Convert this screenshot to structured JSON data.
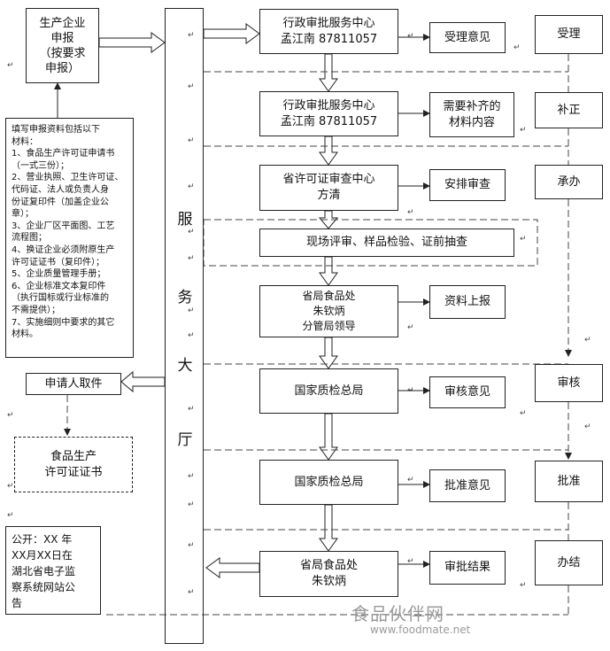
{
  "left": {
    "company_apply": [
      "生产企业",
      "申报",
      "（按要求",
      "申报）"
    ],
    "materials": [
      "填写申报资料包括以下",
      "材料：",
      "1、食品生产许可证申请书",
      "（一式三份）；",
      "2、营业执照、卫生许可证、",
      "代码证、法人或负责人身",
      "份证复印件（加盖企业公",
      "章）；",
      "3、企业厂区平面图、工艺",
      "流程图；",
      "4、换证企业必须附原生产",
      "许可证证书（复印件）；",
      "5、企业质量管理手册；",
      "6、企业标准文本复印件",
      "（执行国标或行业标准的",
      "不需提供）；",
      "7、实施细则中要求的其它",
      "材料。"
    ],
    "pickup": "申请人取件",
    "certificate": [
      "食品生产",
      "许可证证书"
    ],
    "publicity": [
      "公开：XX 年",
      "XX月XX日在",
      "湖北省电子监",
      "察系统网站公",
      "告"
    ]
  },
  "hall": [
    "服",
    "务",
    "大",
    "厅"
  ],
  "center": {
    "step1": [
      "行政审批服务中心",
      "孟江南 87811057"
    ],
    "step2": [
      "行政审批服务中心",
      "孟江南 87811057"
    ],
    "step3": [
      "省许可证审查中心",
      "方清"
    ],
    "step4": "现场评审、样品检验、证前抽查",
    "step5": [
      "省局食品处",
      "朱钦炳",
      "分管局领导"
    ],
    "step6": "国家质检总局",
    "step7": "国家质检总局",
    "step8": [
      "省局食品处",
      "朱钦炳"
    ]
  },
  "outputs": {
    "o1": "受理意见",
    "o2": [
      "需要补齐的",
      "材料内容"
    ],
    "o3": "安排审查",
    "o5": "资料上报",
    "o6": "审核意见",
    "o7": "批准意见",
    "o8": "审批结果"
  },
  "stages": {
    "s1": "受理",
    "s2": "补正",
    "s3": "承办",
    "s4": "审核",
    "s5": "批准",
    "s6": "办结"
  },
  "watermark": {
    "brand": "食品伙伴网",
    "url": "www.foodmate.net"
  }
}
